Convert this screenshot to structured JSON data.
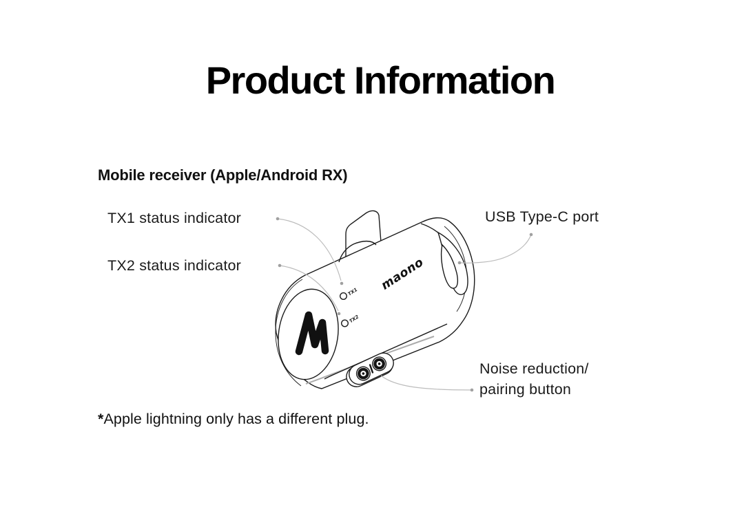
{
  "page": {
    "title": "Product Information"
  },
  "section": {
    "heading": "Mobile receiver (Apple/Android RX)"
  },
  "callouts": {
    "tx1": {
      "label": "TX1 status indicator"
    },
    "tx2": {
      "label": "TX2 status indicator"
    },
    "usb": {
      "label": "USB Type-C port"
    },
    "pairing": {
      "label_line1": "Noise reduction/",
      "label_line2": "pairing button"
    }
  },
  "footnote": {
    "marker": "*",
    "text": "Apple lightning only has a different plug."
  },
  "device": {
    "wordmark": "maono",
    "indicators": {
      "tx1": "TX1",
      "tx2": "TX2"
    }
  },
  "colors": {
    "ink": "#1a1a1a",
    "leader_line": "#bcbcbc",
    "leader_dot": "#a0a0a0",
    "chamfer_shade": "#ababab"
  }
}
